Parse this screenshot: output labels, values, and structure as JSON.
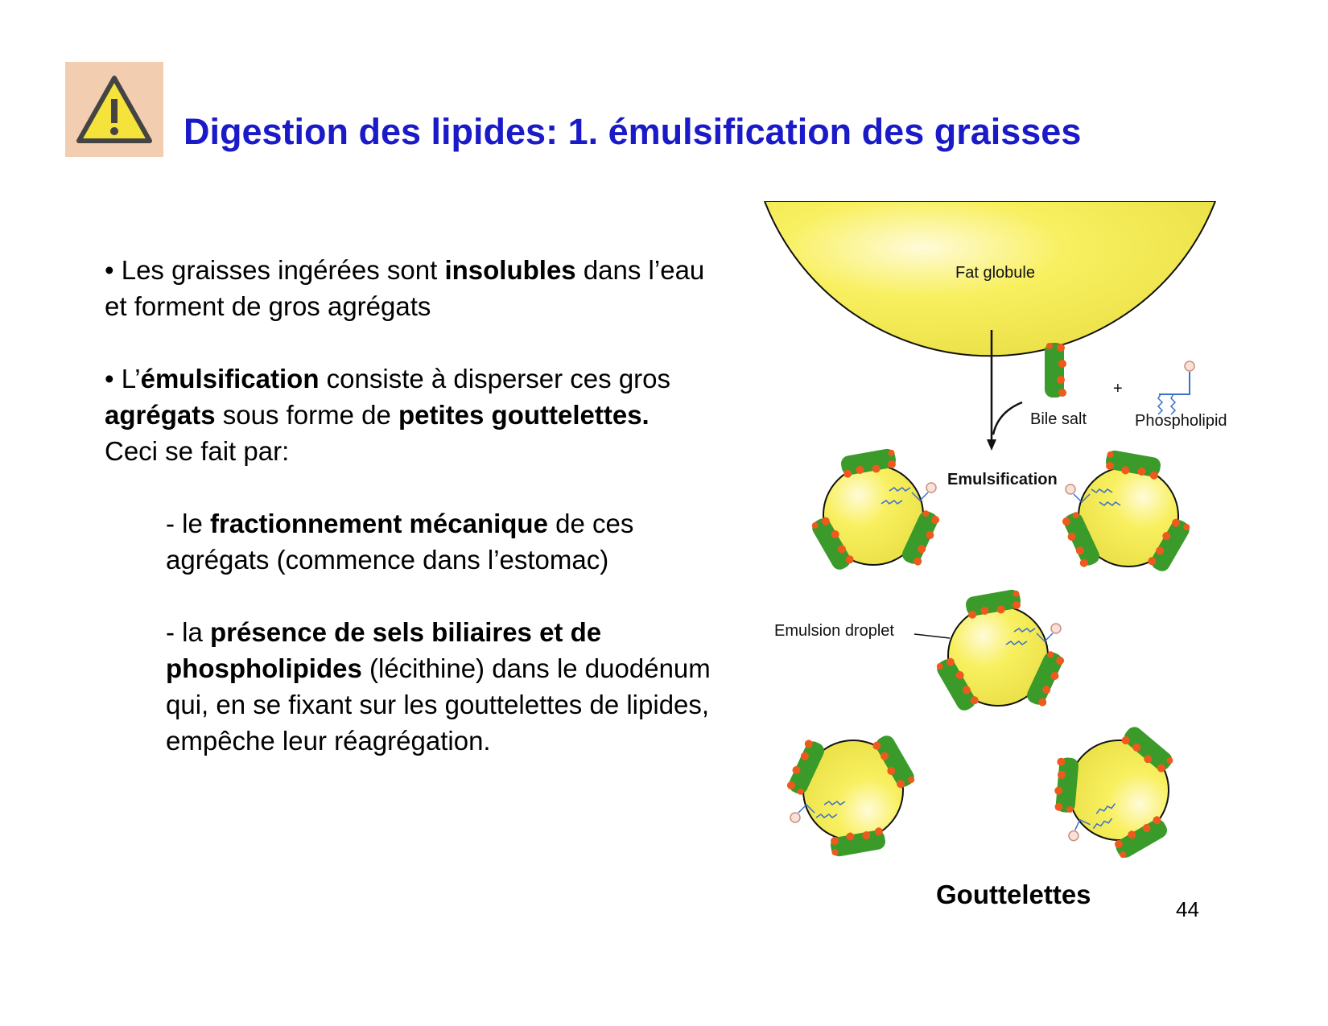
{
  "slide": {
    "title": "Digestion des lipides: 1. émulsification des graisses",
    "icon": "warning-icon",
    "colors": {
      "title": "#1a1ac8",
      "icon_bg": "#f2cdb0",
      "icon_triangle": "#f5e23a",
      "globule": "#f7ef5a",
      "bile_salt": "#3a9a2a",
      "bile_head": "#ee5a1e",
      "phospholipid": "#3a6fd0"
    },
    "bullets": [
      {
        "prefix": "• Les graisses ingérées sont ",
        "bold1": "insolubles",
        "suffix": " dans l’eau et forment de gros agrégats"
      },
      {
        "prefix": "• L’",
        "bold1": "émulsification",
        "mid1": " consiste à disperser ces gros ",
        "bold2": "agrégats",
        "mid2": " sous forme de ",
        "bold3": "petites gouttelettes.",
        "line2": "Ceci se fait par:"
      }
    ],
    "sub_items": [
      {
        "prefix": "- le ",
        "bold": "fractionnement mécanique",
        "suffix": " de ces agrégats (commence dans l’estomac)"
      },
      {
        "prefix": "- la ",
        "bold": "présence de sels biliaires et de phospholipides",
        "suffix": " (lécithine) dans le duodénum qui, en se fixant sur les gouttelettes de lipides, empêche leur réagrégation."
      }
    ],
    "diagram": {
      "fat_globule": "Fat globule",
      "bile_salt": "Bile salt",
      "plus": "+",
      "phospholipid": "Phospholipid",
      "emulsification": "Emulsification",
      "emulsion_droplet": "Emulsion droplet"
    },
    "caption": "Gouttelettes",
    "page_number": "44"
  }
}
